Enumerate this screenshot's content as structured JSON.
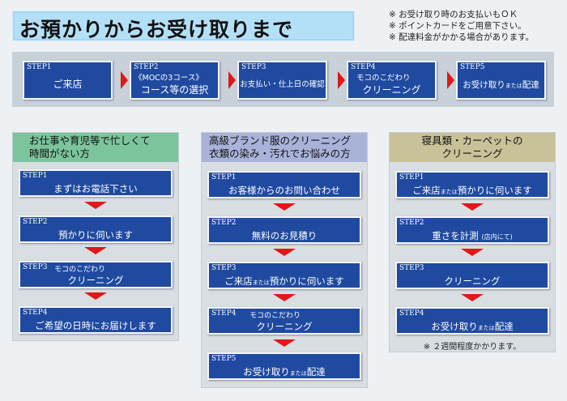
{
  "title": "お預かりからお受け取りまで",
  "notes": [
    "※ お受け取り時のお支払いもＯＫ",
    "※ ポイントカードをご用意下さい。",
    "※ 配達料金がかかる場合があります。"
  ],
  "steps": [
    {
      "label": "STEP1",
      "text": "ご来店"
    },
    {
      "label": "STEP2",
      "sub": "《MOCの3コース》",
      "text": "コース等の選択"
    },
    {
      "label": "STEP3",
      "text": "お支払い・仕上日の確認"
    },
    {
      "label": "STEP4",
      "sub": "モコのこだわり",
      "text": "クリーニング"
    },
    {
      "label": "STEP5",
      "text_a": "お受け取り",
      "small": "または",
      "text_b": "配達"
    }
  ],
  "columns": [
    {
      "header": [
        "お仕事や育児等で忙しくて",
        "時間がない方"
      ],
      "color": "#7cc59c",
      "steps": [
        {
          "label": "STEP1",
          "text": "まずはお電話下さい"
        },
        {
          "label": "STEP2",
          "text": "預かりに伺います"
        },
        {
          "label": "STEP3",
          "sub": "モコのこだわり",
          "text": "クリーニング"
        },
        {
          "label": "STEP4",
          "text": "ご希望の日時にお届けします"
        }
      ]
    },
    {
      "header": [
        "高級ブランド服のクリーニング",
        "衣類の染み・汚れでお悩みの方"
      ],
      "color": "#a9b3da",
      "steps": [
        {
          "label": "STEP1",
          "text": "お客様からのお問い合わせ"
        },
        {
          "label": "STEP2",
          "text": "無料のお見積り"
        },
        {
          "label": "STEP3",
          "text_a": "ご来店",
          "small": "または",
          "text_b": "預かりに伺います"
        },
        {
          "label": "STEP4",
          "sub": "モコのこだわり",
          "text": "クリーニング"
        },
        {
          "label": "STEP5",
          "text_a": "お受け取り",
          "small": "または",
          "text_b": "配達"
        }
      ]
    },
    {
      "header": [
        "寝具類・カーペットの",
        "クリーニング"
      ],
      "color": "#c9c197",
      "steps": [
        {
          "label": "STEP1",
          "text_a": "ご来店",
          "small": "または",
          "text_b": "預かりに伺います"
        },
        {
          "label": "STEP2",
          "text": "重さを計測",
          "small2": "(店内にて)"
        },
        {
          "label": "STEP3",
          "text": "クリーニング"
        },
        {
          "label": "STEP4",
          "text_a": "お受け取り",
          "small": "または",
          "text_b": "配達"
        }
      ],
      "note": "※ ２週間程度かかります。"
    }
  ]
}
